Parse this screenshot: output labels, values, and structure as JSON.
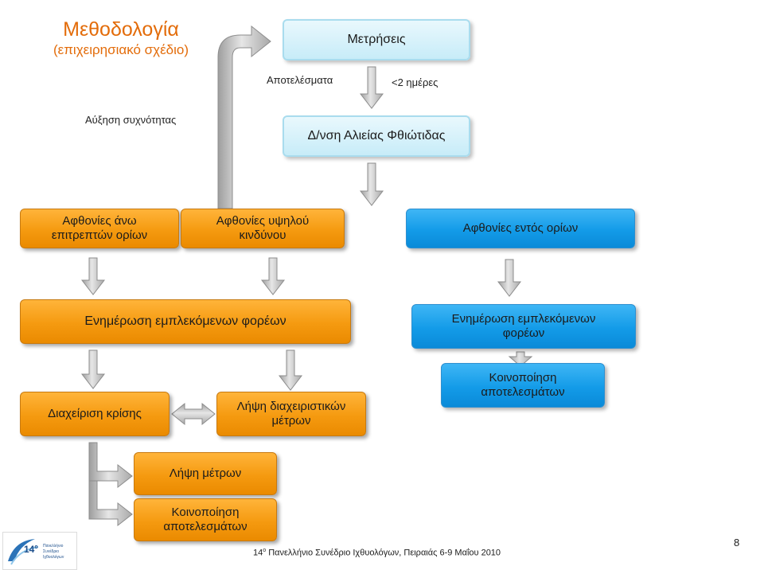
{
  "title": {
    "main": "Μεθοδολογία",
    "sub": "(επιχειρησιακό σχέδιο)"
  },
  "labels": {
    "results": "Αποτελέσματα",
    "days": "<2 ημέρες",
    "frequency": "Αύξηση συχνότητας"
  },
  "boxes": {
    "measurements": "Μετρήσεις",
    "directorate": "Δ/νση Αλιείας Φθιώτιδας",
    "blooms_above_line1": "Αφθονίες άνω",
    "blooms_above_line2": "επιτρεπτών ορίων",
    "high_risk_line1": "Αφθονίες υψηλού",
    "high_risk_line2": "κινδύνου",
    "within_limits": "Αφθονίες  εντός ορίων",
    "inform_left": "Ενημέρωση εμπλεκόμενων φορέων",
    "inform_right_line1": "Ενημέρωση εμπλεκόμενων",
    "inform_right_line2": "φορέων",
    "crisis": "Διαχείριση κρίσης",
    "mgmt_measures_line1": "Λήψη διαχειριστικών",
    "mgmt_measures_line2": "μέτρων",
    "notify_right_line1": "Κοινοποίηση",
    "notify_right_line2": "αποτελεσμάτων",
    "take_measures": "Λήψη μέτρων",
    "notify_bottom_line1": "Κοινοποίηση",
    "notify_bottom_line2": "αποτελεσμάτων"
  },
  "footer": {
    "num": "14",
    "sup": "ο",
    "text": " Πανελλήνιο Συνέδριο Ιχθυολόγων, Πειραιάς 6-9 Μαΐου 2010"
  },
  "page_number": "8",
  "logo": {
    "num": "14",
    "sup": "ο",
    "line1": "Πανελλήνιο Συνέδριο",
    "line2": "Ιχθυολόγων"
  },
  "colors": {
    "orange": "#f59a10",
    "blue": "#139be8",
    "light_blue": "#c7ecf8",
    "title": "#e36c0a",
    "arrow": "#bfbfbf"
  }
}
